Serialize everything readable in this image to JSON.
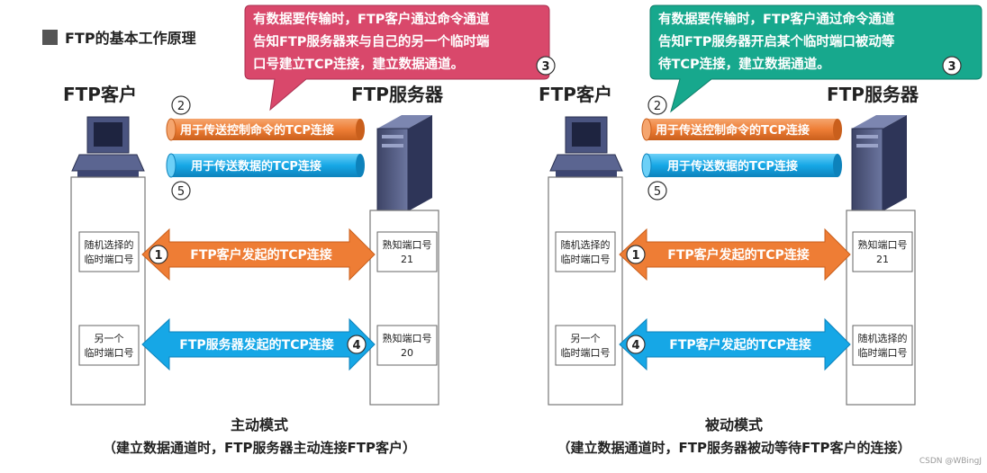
{
  "page_title": "FTP的基本工作原理",
  "left": {
    "client_label": "FTP客户",
    "server_label": "FTP服务器",
    "callout_lines": [
      "有数据要传输时，FTP客户通过命令通道",
      "告知FTP服务器来与自己的另一个临时端",
      "口号建立TCP连接，建立数据通道。"
    ],
    "callout_num": "3",
    "control_pipe": "用于传送控制命令的TCP连接",
    "data_pipe": "用于传送数据的TCP连接",
    "num_control": "2",
    "num_data": "5",
    "client_port1": [
      "随机选择的",
      "临时端口号"
    ],
    "server_port1": [
      "熟知端口号",
      "21"
    ],
    "arrow1_label": "FTP客户发起的TCP连接",
    "arrow1_num": "1",
    "client_port2": [
      "另一个",
      "临时端口号"
    ],
    "server_port2": [
      "熟知端口号",
      "20"
    ],
    "arrow2_label": "FTP服务器发起的TCP连接",
    "arrow2_num": "4",
    "mode_title": "主动模式",
    "mode_desc": "（建立数据通道时，FTP服务器主动连接FTP客户）"
  },
  "right": {
    "client_label": "FTP客户",
    "server_label": "FTP服务器",
    "callout_lines": [
      "有数据要传输时，FTP客户通过命令通道",
      "告知FTP服务器开启某个临时端口被动等",
      "待TCP连接，建立数据通道。"
    ],
    "callout_num": "3",
    "control_pipe": "用于传送控制命令的TCP连接",
    "data_pipe": "用于传送数据的TCP连接",
    "num_control": "2",
    "num_data": "5",
    "client_port1": [
      "随机选择的",
      "临时端口号"
    ],
    "server_port1": [
      "熟知端口号",
      "21"
    ],
    "arrow1_label": "FTP客户发起的TCP连接",
    "arrow1_num": "1",
    "client_port2": [
      "另一个",
      "临时端口号"
    ],
    "server_port2": [
      "随机选择的",
      "临时端口号"
    ],
    "arrow2_label": "FTP客户发起的TCP连接",
    "arrow2_num": "4",
    "mode_title": "被动模式",
    "mode_desc": "（建立数据通道时，FTP服务器被动等待FTP客户的连接）"
  },
  "watermark": "CSDN @WBingJ",
  "colors": {
    "left_callout": "#d9486b",
    "right_callout": "#17a88d",
    "control_pipe": "#ee7d35",
    "data_pipe": "#16a7e6",
    "arrow_orange": "#ee7d35",
    "arrow_blue": "#16a7e6"
  }
}
